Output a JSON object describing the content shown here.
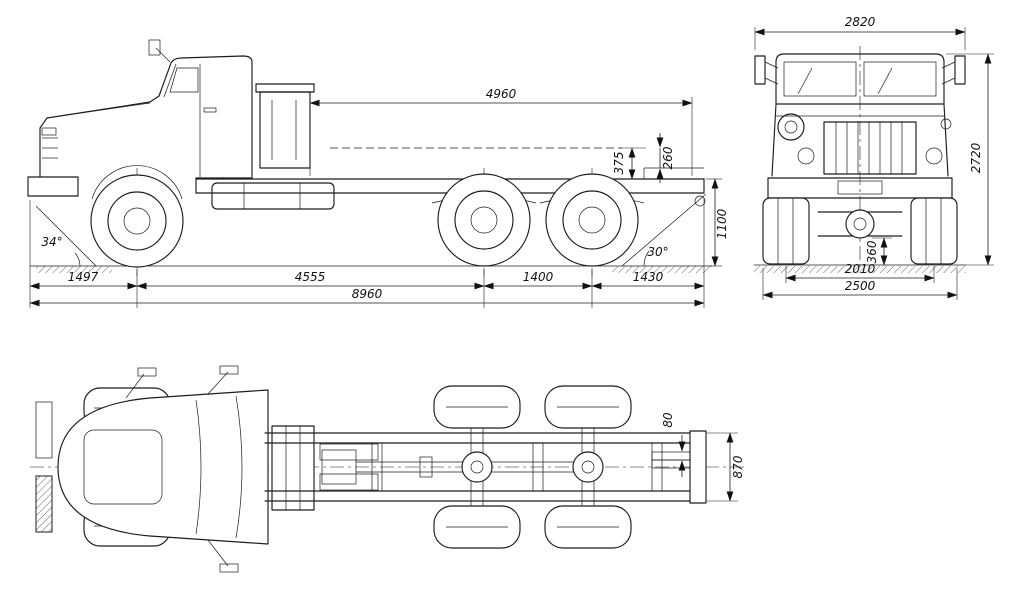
{
  "drawing": {
    "type": "truck-chassis-blueprint",
    "views": [
      "side",
      "front",
      "top"
    ],
    "side": {
      "dims": {
        "frame_length": "4960",
        "step_375": "375",
        "step_260": "260",
        "frame_height": "1100",
        "front_overhang": "1497",
        "wheelbase": "4555",
        "bogie_base": "1400",
        "rear_overhang": "1430",
        "overall_length": "8960",
        "approach_angle": "34°",
        "departure_angle": "30°"
      }
    },
    "front": {
      "dims": {
        "width_over_mirrors": "2820",
        "overall_height": "2720",
        "ground_clearance": "360",
        "track": "2010",
        "overall_width": "2500"
      }
    },
    "top": {
      "dims": {
        "coupling_width": "80",
        "frame_width": "870"
      }
    }
  }
}
